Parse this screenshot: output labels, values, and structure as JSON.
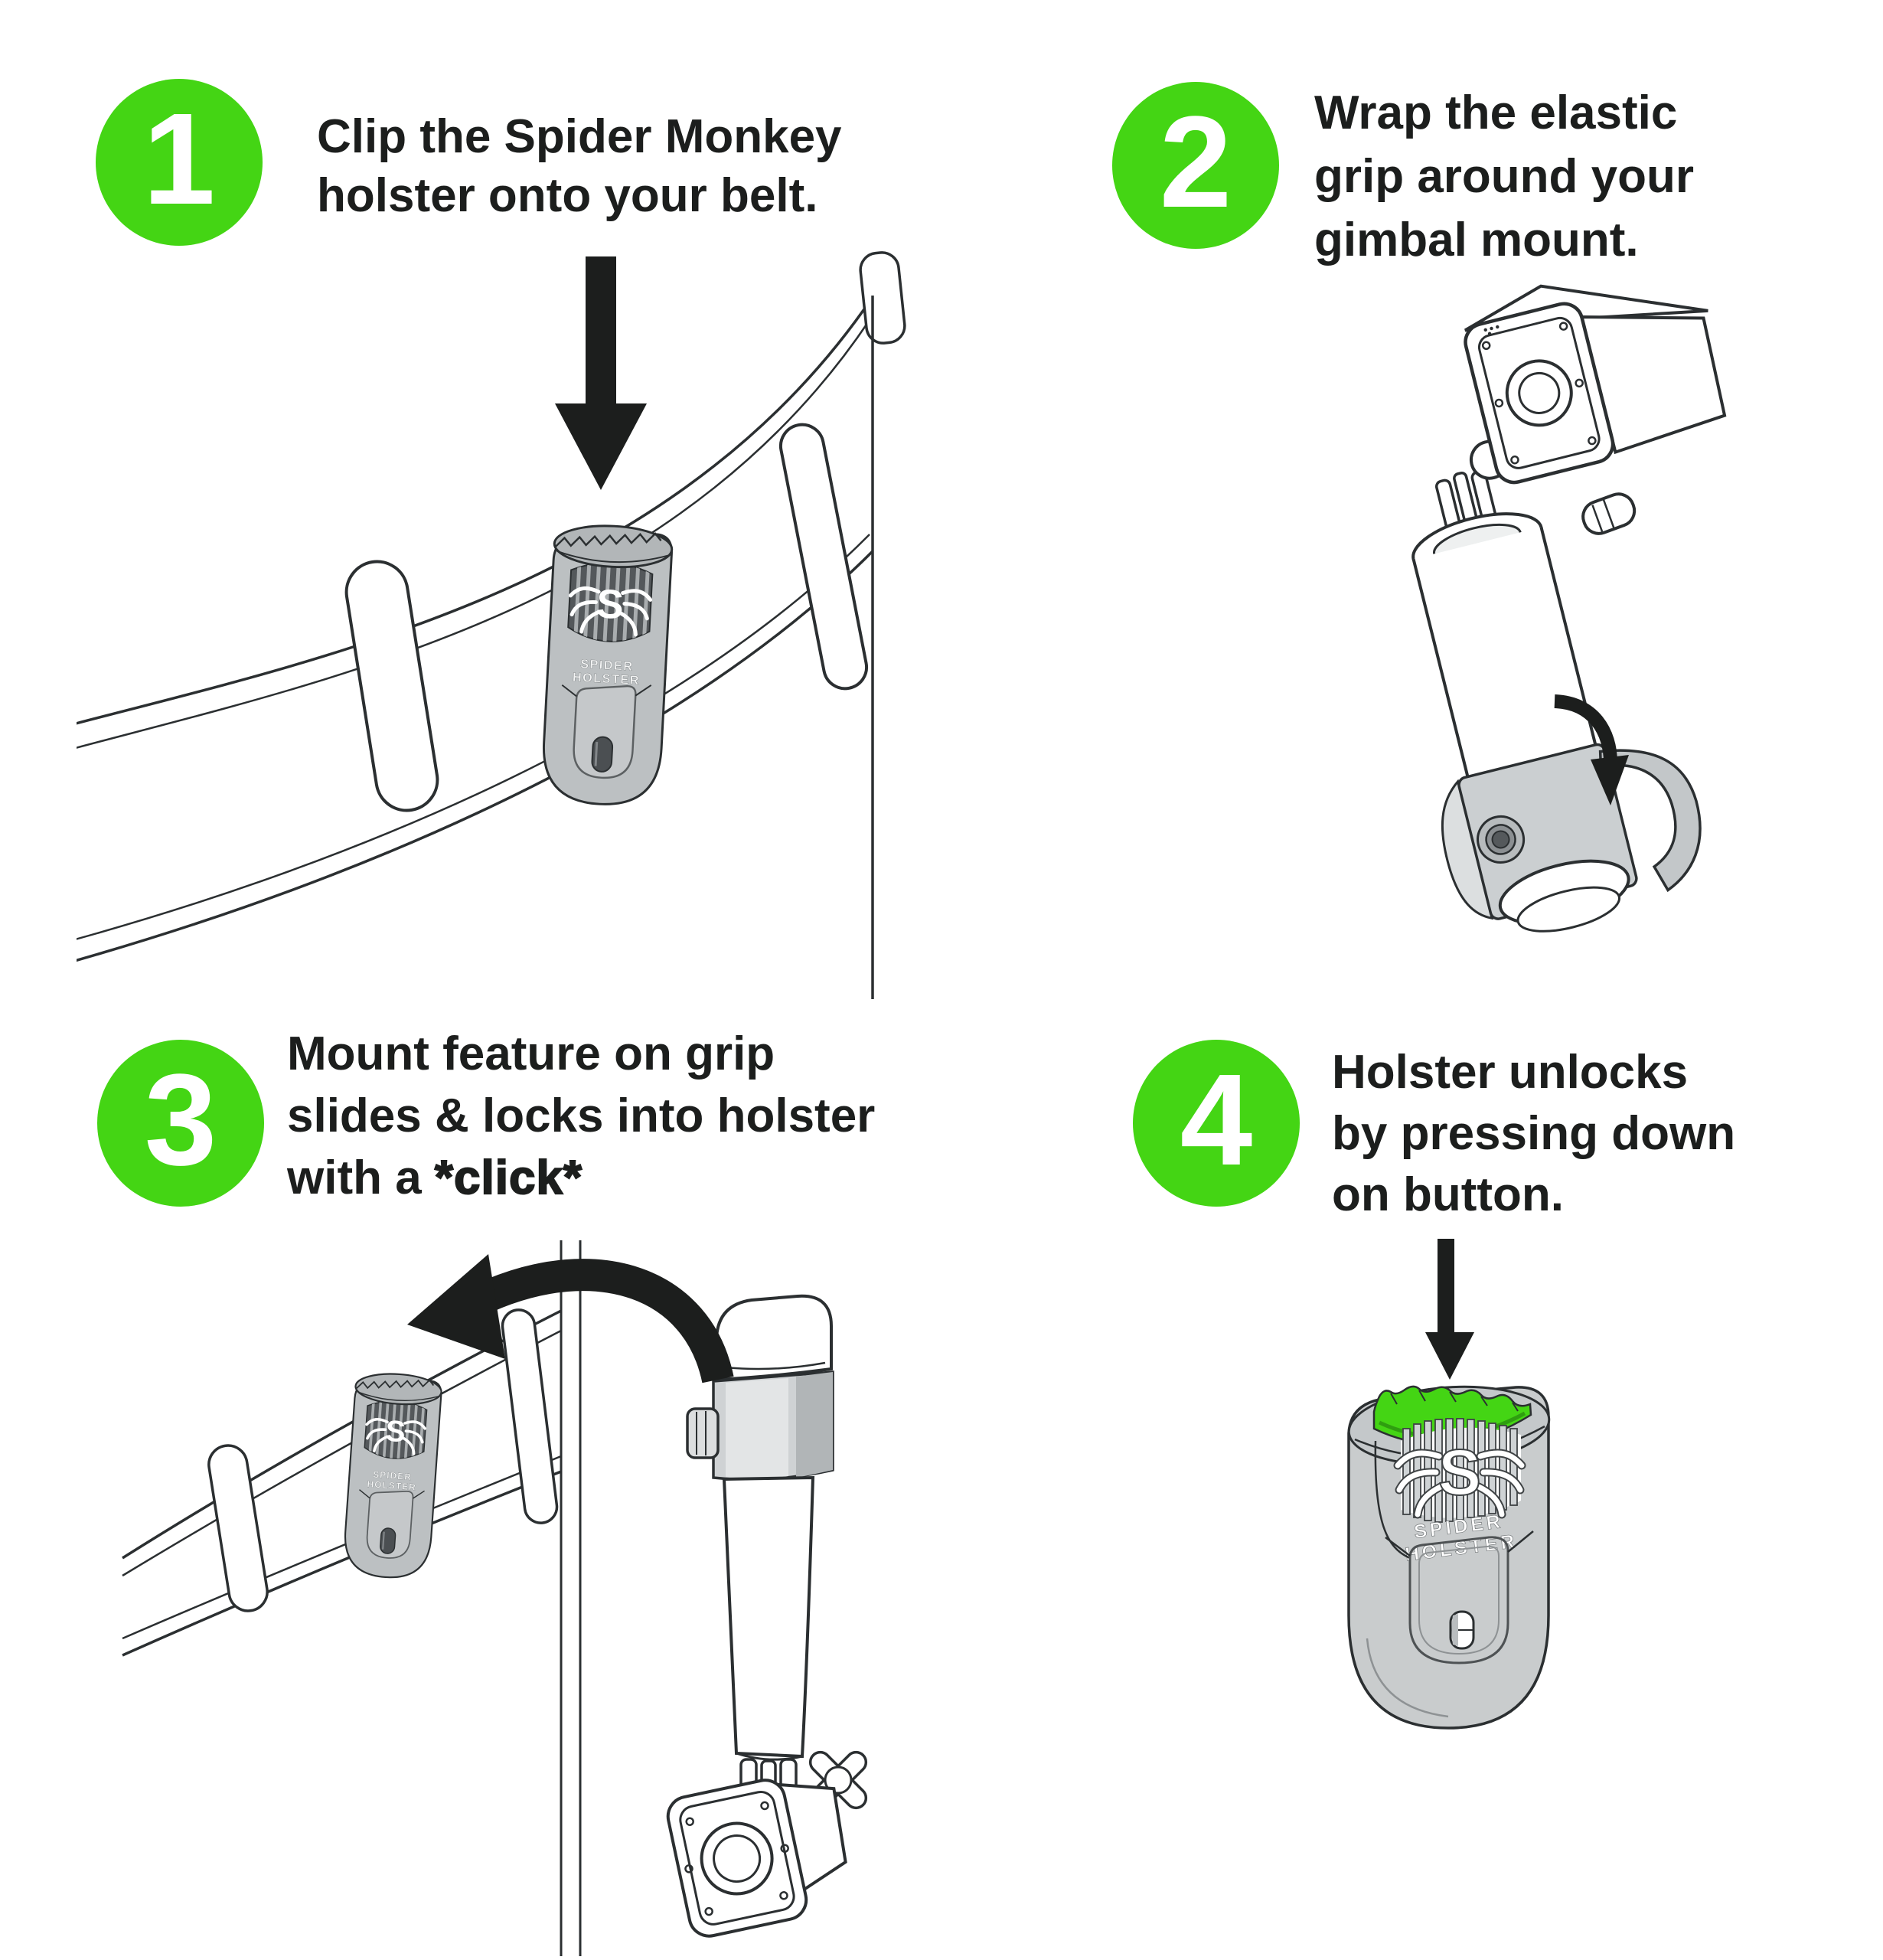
{
  "colors": {
    "accent_green": "#44d514",
    "dark_green_shade": "#2f9e10",
    "ink": "#1c1e1d",
    "outline_gray": "#2b2f31",
    "holster_gray": "#bcc0c2",
    "strap_gray": "#c3c7c9"
  },
  "steps": [
    {
      "number": "1",
      "lines": [
        "Clip the Spider Monkey",
        "holster onto your belt."
      ]
    },
    {
      "number": "2",
      "lines": [
        "Wrap the elastic",
        "grip around your",
        "gimbal mount."
      ]
    },
    {
      "number": "3",
      "lines": [
        "Mount feature on grip",
        "slides & locks into holster"
      ],
      "line3_prefix": "with a ",
      "line3_bold": "*click*"
    },
    {
      "number": "4",
      "lines": [
        "Holster unlocks",
        "by pressing down",
        "on button."
      ]
    }
  ],
  "holster_brand": {
    "logo_letter": "S",
    "line1": "SPIDER",
    "line2": "HOLSTER"
  }
}
